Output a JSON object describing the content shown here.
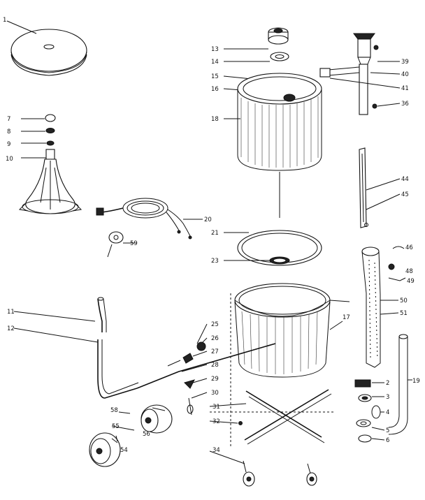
{
  "parts": [
    {
      "id": "p1",
      "label": "1"
    },
    {
      "id": "p7",
      "label": "7"
    },
    {
      "id": "p8",
      "label": "8"
    },
    {
      "id": "p9",
      "label": "9"
    },
    {
      "id": "p10",
      "label": "10"
    },
    {
      "id": "p11",
      "label": "11"
    },
    {
      "id": "p12",
      "label": "12"
    },
    {
      "id": "p13",
      "label": "13"
    },
    {
      "id": "p14",
      "label": "14"
    },
    {
      "id": "p15",
      "label": "15"
    },
    {
      "id": "p16",
      "label": "16"
    },
    {
      "id": "p17",
      "label": "17"
    },
    {
      "id": "p18",
      "label": "18"
    },
    {
      "id": "p19",
      "label": "19"
    },
    {
      "id": "p20",
      "label": "20"
    },
    {
      "id": "p21",
      "label": "21"
    },
    {
      "id": "p23",
      "label": "23"
    },
    {
      "id": "p25",
      "label": "25"
    },
    {
      "id": "p26",
      "label": "26"
    },
    {
      "id": "p27",
      "label": "27"
    },
    {
      "id": "p28",
      "label": "28"
    },
    {
      "id": "p29",
      "label": "29"
    },
    {
      "id": "p30",
      "label": "30"
    },
    {
      "id": "p31",
      "label": "31"
    },
    {
      "id": "p32",
      "label": "32"
    },
    {
      "id": "p34",
      "label": "34"
    },
    {
      "id": "p36",
      "label": "36"
    },
    {
      "id": "p39",
      "label": "39"
    },
    {
      "id": "p40",
      "label": "40"
    },
    {
      "id": "p41",
      "label": "41"
    },
    {
      "id": "p44",
      "label": "44"
    },
    {
      "id": "p45",
      "label": "45"
    },
    {
      "id": "p46",
      "label": "46"
    },
    {
      "id": "p48",
      "label": "48"
    },
    {
      "id": "p49",
      "label": "49"
    },
    {
      "id": "p50",
      "label": "50"
    },
    {
      "id": "p51",
      "label": "51"
    },
    {
      "id": "p54",
      "label": "54"
    },
    {
      "id": "p55",
      "label": "55"
    },
    {
      "id": "p56",
      "label": "56"
    },
    {
      "id": "p58",
      "label": "58"
    },
    {
      "id": "p59",
      "label": "59"
    },
    {
      "id": "p2",
      "label": "2"
    },
    {
      "id": "p3",
      "label": "3"
    },
    {
      "id": "p4",
      "label": "4"
    },
    {
      "id": "p5",
      "label": "5"
    },
    {
      "id": "p6",
      "label": "6"
    }
  ]
}
